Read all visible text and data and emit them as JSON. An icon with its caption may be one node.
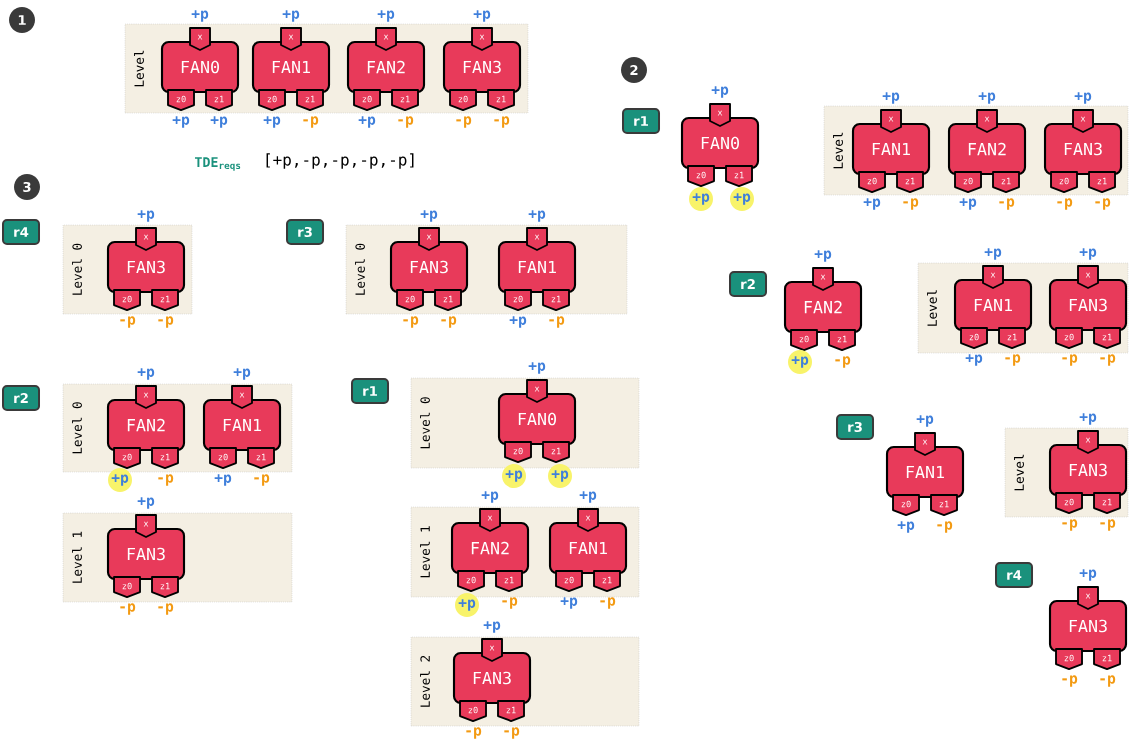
{
  "diagram": {
    "nodes": [
      {
        "text": [
          "1"
        ]
      },
      {
        "text": [
          "Level"
        ]
      },
      {
        "text": [
          "x",
          "FAN0",
          "z0",
          "z1"
        ],
        "in": 1,
        "beside": [
          "+p",
          "+p",
          "+p"
        ]
      },
      {
        "text": [
          "x",
          "FAN1",
          "z0",
          "z1"
        ],
        "in": 1,
        "beside": [
          "+p",
          "+p",
          "-p"
        ]
      },
      {
        "text": [
          "x",
          "FAN2",
          "z0",
          "z1"
        ],
        "in": 1,
        "beside": [
          "+p",
          "+p",
          "-p"
        ]
      },
      {
        "text": [
          "x",
          "FAN3",
          "z0",
          "z1"
        ],
        "in": 1,
        "beside": [
          "+p",
          "-p",
          "-p"
        ]
      },
      {
        "text": [
          "2"
        ]
      },
      {
        "text": [
          "r1"
        ]
      },
      {
        "text": [
          "x",
          "FAN0",
          "z0",
          "z1"
        ],
        "beside": [
          "+p"
        ]
      },
      {
        "text": [
          "+p"
        ]
      },
      {
        "text": [
          "+p"
        ]
      },
      {
        "text": [
          "Level"
        ]
      },
      {
        "text": [
          "x",
          "FAN1",
          "z0",
          "z1"
        ],
        "in": 11,
        "beside": [
          "+p",
          "+p",
          "-p"
        ]
      },
      {
        "text": [
          "x",
          "FAN2",
          "z0",
          "z1"
        ],
        "in": 11,
        "beside": [
          "+p",
          "+p",
          "-p"
        ]
      },
      {
        "text": [
          "x",
          "FAN3",
          "z0",
          "z1"
        ],
        "in": 11,
        "beside": [
          "+p",
          "-p",
          "-p"
        ]
      },
      {
        "text": [
          "r2"
        ]
      },
      {
        "text": [
          "x",
          "FAN2",
          "z0",
          "z1"
        ],
        "beside": [
          "+p",
          "-p"
        ]
      },
      {
        "text": [
          "+p"
        ]
      },
      {
        "text": [
          "Level"
        ]
      },
      {
        "text": [
          "x",
          "FAN1",
          "z0",
          "z1"
        ],
        "in": 18,
        "beside": [
          "+p",
          "+p",
          "-p"
        ]
      },
      {
        "text": [
          "x",
          "FAN3",
          "z0",
          "z1"
        ],
        "in": 18,
        "beside": [
          "+p",
          "-p",
          "-p"
        ]
      },
      {
        "text": [
          "r3"
        ]
      },
      {
        "text": [
          "x",
          "FAN1",
          "z0",
          "z1"
        ],
        "beside": [
          "+p",
          "+p",
          "-p"
        ]
      },
      {
        "text": [
          "Level"
        ]
      },
      {
        "text": [
          "x",
          "FAN3",
          "z0",
          "z1"
        ],
        "in": 23,
        "beside": [
          "+p",
          "-p",
          "-p"
        ]
      },
      {
        "text": [
          "r4"
        ]
      },
      {
        "text": [
          "x",
          "FAN3",
          "z0",
          "z1"
        ],
        "beside": [
          "+p",
          "-p",
          "-p"
        ]
      },
      {
        "text": [
          "3"
        ]
      },
      {
        "text": [
          "r4"
        ]
      },
      {
        "text": [
          "Level 0"
        ]
      },
      {
        "text": [
          "x",
          "FAN3",
          "z0",
          "z1"
        ],
        "in": 29,
        "beside": [
          "+p",
          "-p",
          "-p"
        ]
      },
      {
        "text": [
          "r3"
        ]
      },
      {
        "text": [
          "Level 0"
        ]
      },
      {
        "text": [
          "x",
          "FAN3",
          "z0",
          "z1"
        ],
        "in": 32,
        "beside": [
          "+p",
          "-p",
          "-p"
        ]
      },
      {
        "text": [
          "x",
          "FAN1",
          "z0",
          "z1"
        ],
        "in": 32,
        "beside": [
          "+p",
          "+p",
          "-p"
        ]
      },
      {
        "text": [
          "r2"
        ]
      },
      {
        "text": [
          "Level 0"
        ]
      },
      {
        "text": [
          "x",
          "FAN2",
          "z0",
          "z1"
        ],
        "in": 36,
        "beside": [
          "+p",
          "-p"
        ]
      },
      {
        "text": [
          "+p"
        ]
      },
      {
        "text": [
          "x",
          "FAN1",
          "z0",
          "z1"
        ],
        "in": 36,
        "beside": [
          "+p",
          "+p",
          "-p"
        ]
      },
      {
        "text": [
          "Level 1"
        ]
      },
      {
        "text": [
          "x",
          "FAN3",
          "z0",
          "z1"
        ],
        "in": 40,
        "beside": [
          "+p",
          "-p",
          "-p"
        ]
      },
      {
        "text": [
          "r1"
        ]
      },
      {
        "text": [
          "Level 0"
        ]
      },
      {
        "text": [
          "x",
          "FAN0",
          "z0",
          "z1"
        ],
        "in": 43,
        "beside": [
          "+p"
        ]
      },
      {
        "text": [
          "+p"
        ]
      },
      {
        "text": [
          "+p"
        ]
      },
      {
        "text": [
          "Level 1"
        ]
      },
      {
        "text": [
          "x",
          "FAN2",
          "z0",
          "z1"
        ],
        "in": 47,
        "beside": [
          "+p",
          "-p"
        ]
      },
      {
        "text": [
          "+p"
        ]
      },
      {
        "text": [
          "x",
          "FAN1",
          "z0",
          "z1"
        ],
        "in": 47,
        "beside": [
          "+p",
          "+p",
          "-p"
        ]
      },
      {
        "text": [
          "Level 2"
        ]
      },
      {
        "text": [
          "x",
          "FAN3",
          "z0",
          "z1"
        ],
        "in": 51,
        "beside": [
          "+p",
          "-p",
          "-p"
        ]
      }
    ],
    "labels": [
      "TDE$_{reqs}$",
      "[+p,-p,-p,-p,-p]"
    ]
  }
}
